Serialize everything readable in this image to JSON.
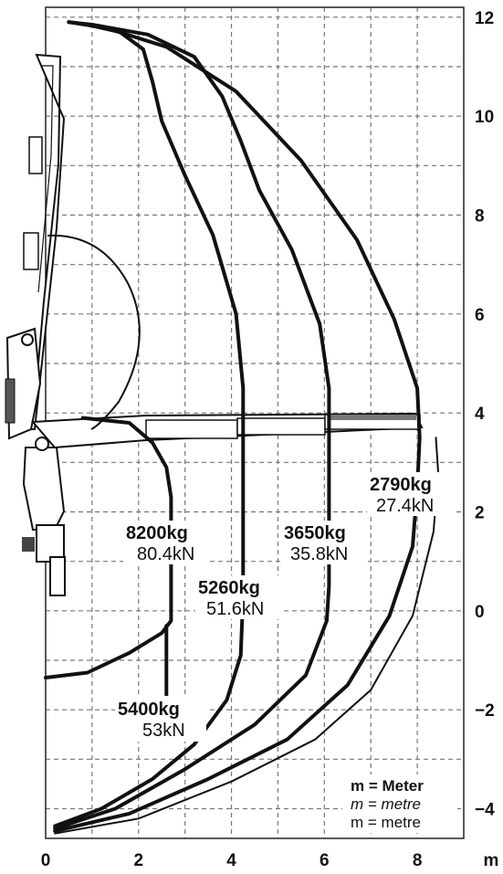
{
  "chart_data": {
    "type": "line",
    "x_unit_label": "m",
    "xlim": [
      0,
      9
    ],
    "ylim": [
      -4.6,
      12.2
    ],
    "x_ticks": [
      0,
      2,
      4,
      6,
      8
    ],
    "y_ticks": [
      12,
      10,
      8,
      6,
      4,
      2,
      0,
      -2,
      -4
    ],
    "y_tick_labels": [
      "12",
      "10",
      "8",
      "6",
      "4",
      "2",
      "0",
      "−2",
      "−4"
    ],
    "grid": true,
    "series": [
      {
        "kg": "8200kg",
        "kn": "80.4kN",
        "points": [
          [
            0.0,
            -1.35
          ],
          [
            0.9,
            -1.25
          ],
          [
            1.8,
            -0.85
          ],
          [
            2.5,
            -0.45
          ],
          [
            2.7,
            -0.2
          ],
          [
            2.7,
            2.3
          ],
          [
            2.6,
            2.9
          ],
          [
            2.3,
            3.4
          ],
          [
            1.8,
            3.8
          ],
          [
            0.8,
            3.9
          ]
        ]
      },
      {
        "kg": "5400kg",
        "kn": "53kN",
        "points": [
          [
            2.6,
            -0.3
          ],
          [
            2.6,
            -2.6
          ]
        ]
      },
      {
        "kg": "5260kg",
        "kn": "51.6kN",
        "points": [
          [
            0.2,
            -4.35
          ],
          [
            1.2,
            -4.0
          ],
          [
            2.3,
            -3.4
          ],
          [
            3.2,
            -2.7
          ],
          [
            3.9,
            -1.8
          ],
          [
            4.2,
            -0.9
          ],
          [
            4.25,
            0.3
          ],
          [
            4.25,
            4.5
          ],
          [
            4.1,
            6.0
          ],
          [
            3.6,
            7.6
          ],
          [
            3.0,
            8.8
          ],
          [
            2.5,
            9.9
          ],
          [
            2.3,
            10.7
          ],
          [
            2.1,
            11.35
          ],
          [
            1.6,
            11.7
          ],
          [
            0.9,
            11.85
          ],
          [
            0.5,
            11.9
          ]
        ]
      },
      {
        "kg": "3650kg",
        "kn": "35.8kN",
        "points": [
          [
            0.2,
            -4.4
          ],
          [
            1.5,
            -4.0
          ],
          [
            3.0,
            -3.2
          ],
          [
            4.5,
            -2.3
          ],
          [
            5.6,
            -1.3
          ],
          [
            6.05,
            -0.2
          ],
          [
            6.1,
            0.5
          ],
          [
            6.1,
            4.5
          ],
          [
            5.9,
            5.8
          ],
          [
            5.3,
            7.3
          ],
          [
            4.6,
            8.5
          ],
          [
            4.2,
            9.5
          ],
          [
            3.8,
            10.4
          ],
          [
            3.2,
            11.2
          ],
          [
            2.2,
            11.65
          ],
          [
            1.0,
            11.85
          ],
          [
            0.5,
            11.9
          ]
        ]
      },
      {
        "kg": "2790kg",
        "kn": "27.4kN",
        "points": [
          [
            0.2,
            -4.45
          ],
          [
            1.8,
            -4.1
          ],
          [
            3.5,
            -3.4
          ],
          [
            5.2,
            -2.6
          ],
          [
            6.5,
            -1.5
          ],
          [
            7.4,
            -0.1
          ],
          [
            7.9,
            1.3
          ],
          [
            8.0,
            2.5
          ],
          [
            8.05,
            3.5
          ],
          [
            8.0,
            4.5
          ],
          [
            7.5,
            5.9
          ],
          [
            6.7,
            7.5
          ],
          [
            5.5,
            9.1
          ],
          [
            4.1,
            10.5
          ],
          [
            2.6,
            11.4
          ],
          [
            1.3,
            11.78
          ],
          [
            0.5,
            11.9
          ]
        ]
      },
      {
        "kg": "",
        "kn": "",
        "points": [
          [
            0.2,
            -4.5
          ],
          [
            2.0,
            -4.2
          ],
          [
            4.0,
            -3.45
          ],
          [
            5.8,
            -2.6
          ],
          [
            7.0,
            -1.6
          ],
          [
            7.9,
            -0.1
          ],
          [
            8.35,
            1.6
          ],
          [
            8.45,
            2.8
          ],
          [
            8.4,
            3.5
          ]
        ]
      }
    ],
    "legend": [
      "m = Meter",
      "m = metre",
      "m = metre"
    ],
    "legend_placement": "bottom-right"
  }
}
